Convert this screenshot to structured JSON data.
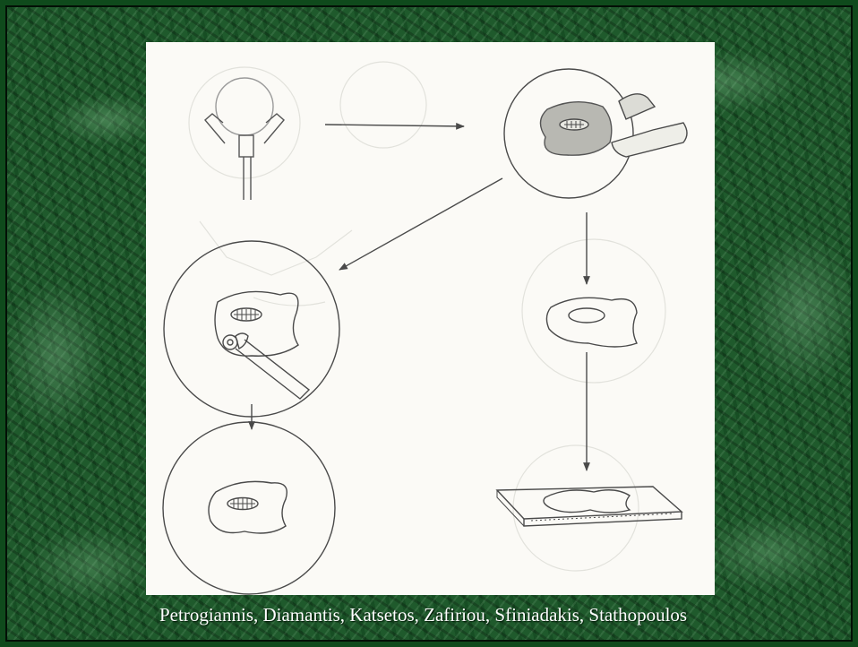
{
  "slide": {
    "colors": {
      "background_marble": "#1f5a2c",
      "frame": "#0f4a1c",
      "figure_paper": "#fbfaf6",
      "line_art": "#4a4a4a"
    },
    "figure": {
      "steps": [
        {
          "name": "adapter-stem-on-globe"
        },
        {
          "name": "corneal-tissue-held-by-forceps"
        },
        {
          "name": "trephination-with-handle"
        },
        {
          "name": "corneal-graft-cut-outline"
        },
        {
          "name": "donor-ring-section"
        },
        {
          "name": "tissue-on-glass-slide"
        }
      ]
    },
    "credits": "Petrogiannis, Diamantis, Katsetos, Zafiriou, Sfiniadakis, Stathopoulos"
  }
}
